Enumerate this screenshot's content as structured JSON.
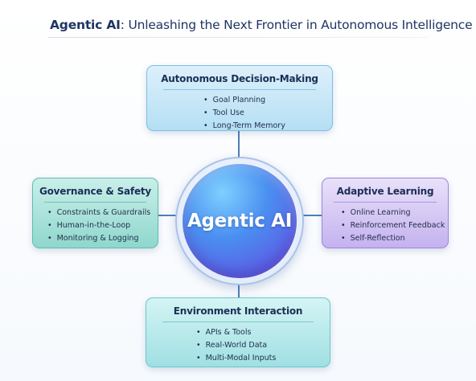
{
  "title": {
    "bold": "Agentic AI",
    "rest": ": Unleashing the Next Frontier in Autonomous Intelligence"
  },
  "hub": {
    "label": "Agentic AI"
  },
  "nodes": {
    "top": {
      "title": "Autonomous Decision-Making",
      "items": [
        "Goal Planning",
        "Tool Use",
        "Long-Term Memory"
      ],
      "color": "#7cc0e4"
    },
    "left": {
      "title": "Governance & Safety",
      "items": [
        "Constraints & Guardrails",
        "Human-in-the-Loop",
        "Monitoring & Logging"
      ],
      "color": "#5fbdb1"
    },
    "right": {
      "title": "Adaptive Learning",
      "items": [
        "Online Learning",
        "Reinforcement Feedback",
        "Self-Reflection"
      ],
      "color": "#9f85de"
    },
    "bottom": {
      "title": "Environment Interaction",
      "items": [
        "APIs & Tools",
        "Real-World Data",
        "Multi-Modal Inputs"
      ],
      "color": "#6cc8cd"
    }
  },
  "connector_color": "#4f7fb8"
}
